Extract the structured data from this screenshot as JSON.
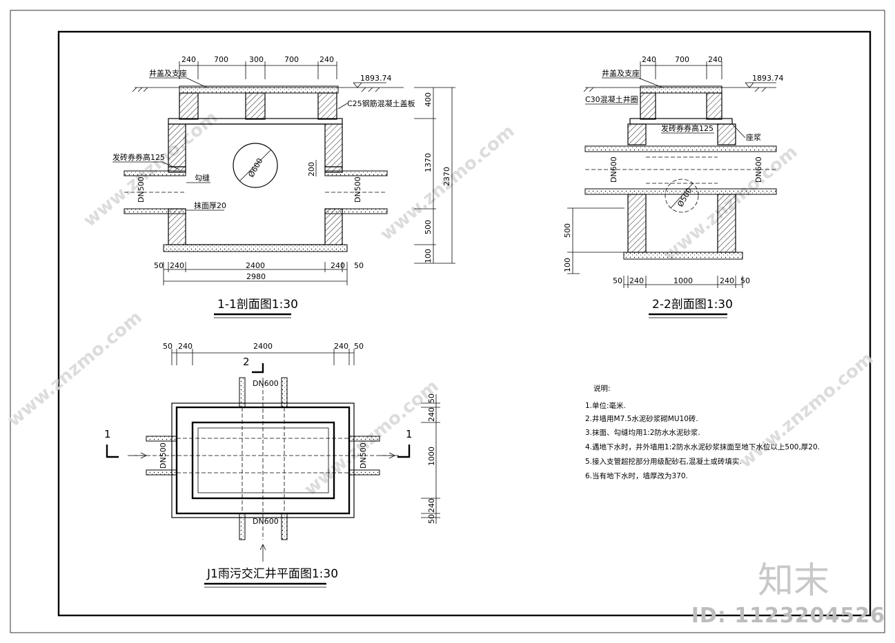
{
  "section_11": {
    "title": "1-1剖面图1:30",
    "dims_top": [
      "240",
      "700",
      "300",
      "700",
      "240"
    ],
    "dims_bottom": [
      "50",
      "240",
      "2400",
      "240",
      "50"
    ],
    "dim_total": "2980",
    "dims_right": [
      "400",
      "1370",
      "500",
      "100"
    ],
    "dim_height_total": "2370",
    "elevation": "1893.74",
    "label_cover": "井盖及支座",
    "label_slab": "C25钢筋混凝土盖板",
    "label_arch": "发砖券券高125",
    "label_joint": "勾缝",
    "label_plaster": "抹面厚20",
    "pipe_left": "DN500",
    "pipe_right": "DN500",
    "pipe_circle": "Ø600",
    "dim_200": "200"
  },
  "section_22": {
    "title": "2-2剖面图1:30",
    "dims_top": [
      "240",
      "700",
      "240"
    ],
    "dims_bottom": [
      "50",
      "240",
      "1000",
      "240",
      "50"
    ],
    "dims_left": [
      "500",
      "100"
    ],
    "elevation": "1893.74",
    "label_cover": "井盖及支座",
    "label_ring": "C30混凝土井圈",
    "label_arch": "发砖券券高125",
    "label_mortar": "座浆",
    "pipe_left": "DN600",
    "pipe_right": "DN600",
    "pipe_circle": "Ø500"
  },
  "plan": {
    "title": "J1雨污交汇井平面图1:30",
    "dims_top": [
      "50",
      "240",
      "2400",
      "240",
      "50"
    ],
    "dims_right": [
      "50",
      "240",
      "1000",
      "240",
      "50"
    ],
    "pipe_top": "DN600",
    "pipe_bottom": "DN600",
    "pipe_left": "DN500",
    "pipe_right": "DN500",
    "cut_1": "1",
    "cut_2": "2"
  },
  "notes": {
    "heading": "说明:",
    "items": [
      "1.单位:毫米.",
      "2.井墙用M7.5水泥砂浆砌MU10砖.",
      "3.抹面、勾缝均用1:2防水水泥砂浆.",
      "4.遇地下水时，井外墙用1:2防水水泥砂浆抹面至地下水位以上500,厚20.",
      "5.接入支管超挖部分用级配砂石,混凝土或砖填实.",
      "6.当有地下水时，墙厚改为370."
    ]
  },
  "watermark": {
    "id_text": "ID: 1123204526",
    "brand": "知末",
    "site": "www.znzmo.com"
  }
}
